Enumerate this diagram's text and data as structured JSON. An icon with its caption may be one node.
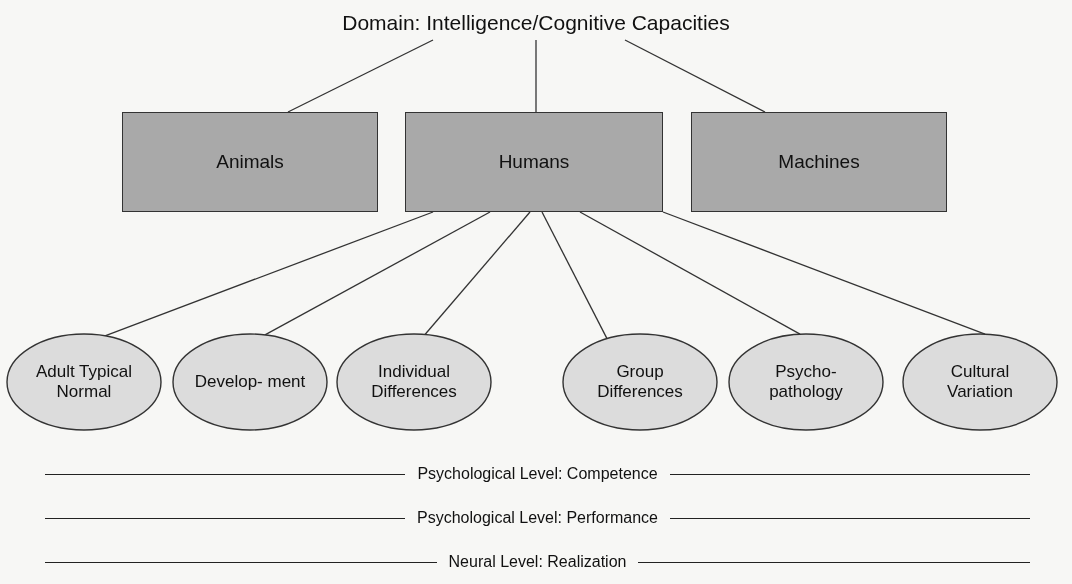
{
  "diagram": {
    "nodes": [
      {
        "text": [
          "Domain: Intelligence/Cognitive Capacities"
        ]
      },
      {
        "text": [
          "Animals"
        ]
      },
      {
        "text": [
          "Humans"
        ]
      },
      {
        "text": [
          "Machines"
        ]
      },
      {
        "text": [
          "Adult Typical Normal"
        ]
      },
      {
        "text": [
          "Develop- ment"
        ]
      },
      {
        "text": [
          "Individual Differences"
        ]
      },
      {
        "text": [
          "Group Differences"
        ]
      },
      {
        "text": [
          "Psycho- pathology"
        ]
      },
      {
        "text": [
          "Cultural Variation"
        ]
      }
    ],
    "edges": [
      {
        "from": 0,
        "to": 1,
        "arrow": "none"
      },
      {
        "from": 0,
        "to": 2,
        "arrow": "none"
      },
      {
        "from": 0,
        "to": 3,
        "arrow": "none"
      },
      {
        "from": 2,
        "to": 4,
        "arrow": "none"
      },
      {
        "from": 2,
        "to": 5,
        "arrow": "none"
      },
      {
        "from": 2,
        "to": 6,
        "arrow": "none"
      },
      {
        "from": 2,
        "to": 7,
        "arrow": "none"
      },
      {
        "from": 2,
        "to": 8,
        "arrow": "none"
      },
      {
        "from": 2,
        "to": 9,
        "arrow": "none"
      }
    ],
    "labels": [
      "Psychological Level: Competence",
      "Psychological Level: Performance",
      "Neural Level: Realization"
    ]
  }
}
